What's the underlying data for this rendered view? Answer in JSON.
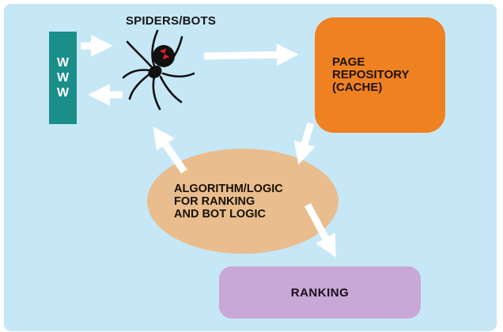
{
  "diagram": {
    "background_color": "#c6e7f6",
    "arrow_color": "#ffffff",
    "nodes": {
      "www": {
        "label": "WWW",
        "color": "#1a8e89",
        "text_color": "#ffffff"
      },
      "spider": {
        "label": "SPIDERS/BOTS",
        "icon": "spider-icon",
        "body_color": "#111111",
        "hourglass_color": "#e41e26"
      },
      "repository": {
        "lines": [
          "PAGE",
          "REPOSITORY",
          "(CACHE)"
        ],
        "color": "#f08121"
      },
      "algorithm": {
        "lines": [
          "ALGORITHM/LOGIC",
          "FOR RANKING",
          "AND BOT LOGIC"
        ],
        "color": "#e9bd8d"
      },
      "ranking": {
        "label": "RANKING",
        "color": "#c9a7d6"
      }
    },
    "edges": [
      {
        "from": "www",
        "to": "spider"
      },
      {
        "from": "spider",
        "to": "www"
      },
      {
        "from": "spider",
        "to": "repository"
      },
      {
        "from": "repository",
        "to": "algorithm"
      },
      {
        "from": "algorithm",
        "to": "spider"
      },
      {
        "from": "algorithm",
        "to": "ranking"
      }
    ]
  }
}
